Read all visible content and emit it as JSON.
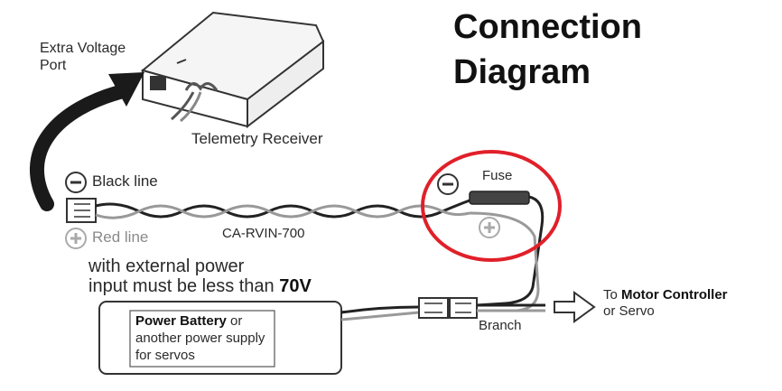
{
  "title": {
    "line1": "Connection",
    "line2": "Diagram"
  },
  "labels": {
    "extra_port_line1": "Extra Voltage",
    "extra_port_line2": "Port",
    "receiver": "Telemetry Receiver",
    "black_line": "Black line",
    "red_line": "Red line",
    "cable": "CA-RVIN-700",
    "fuse": "Fuse",
    "branch": "Branch",
    "warning_line1": "with external power",
    "warning_line2_prefix": "input must be less than ",
    "warning_voltage": "70V",
    "motor_prefix": "To ",
    "motor_bold": "Motor Controller",
    "motor_line2": "or Servo",
    "battery_bold": "Power Battery",
    "battery_line1_suffix": " or",
    "battery_line2": "another power supply",
    "battery_line3": "for servos"
  },
  "icons": {
    "polarity_minus": "minus-circle-icon",
    "polarity_plus": "plus-circle-icon",
    "arrow": "arrow-right-icon",
    "highlight": "highlight-circle"
  },
  "colors": {
    "highlight": "#e0202a",
    "title": "#111111",
    "text": "#2a2a2a"
  }
}
